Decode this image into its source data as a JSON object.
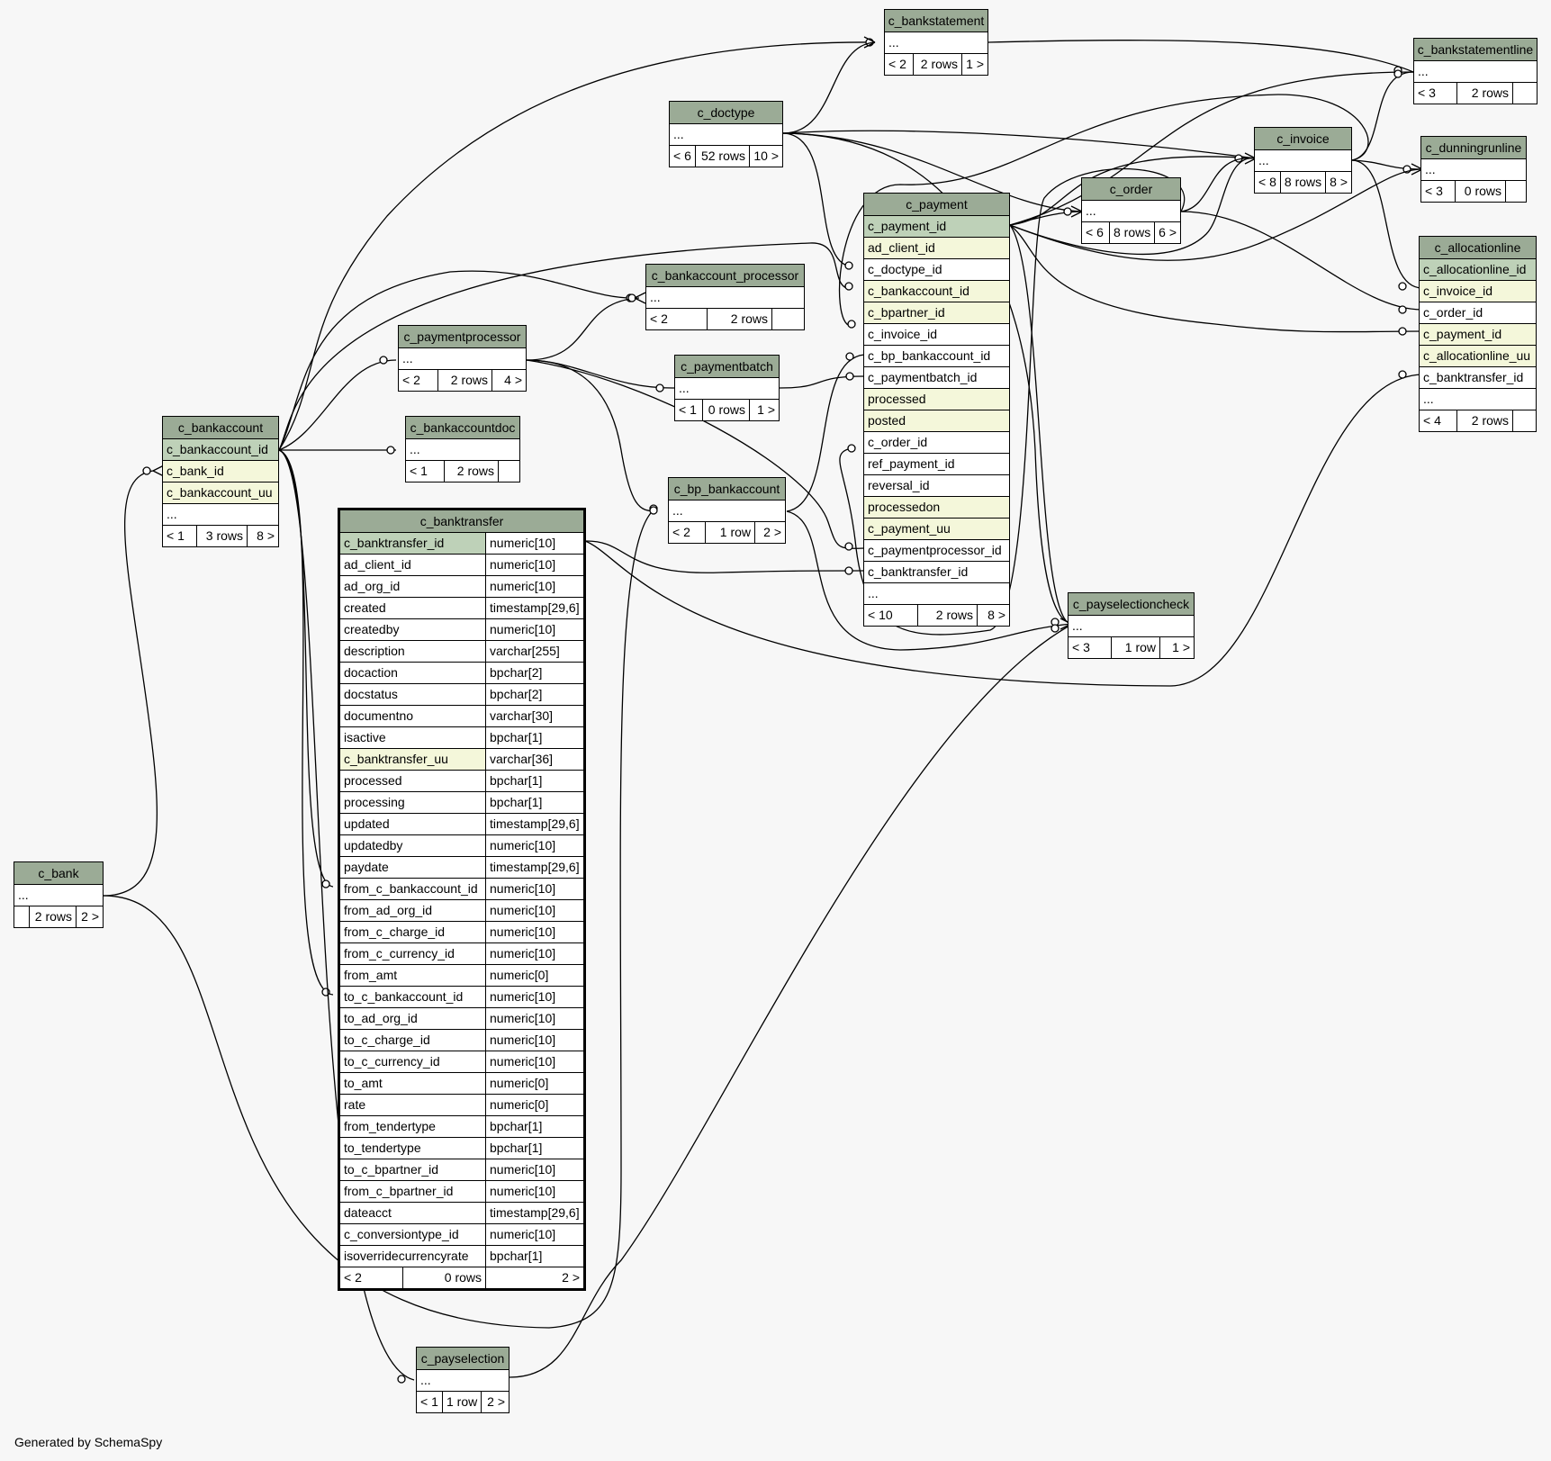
{
  "footer_text": "Generated by SchemaSpy",
  "colors": {
    "header": "#9bab96",
    "primary_key": "#bed1b8",
    "indexed": "#f4f7da",
    "background": "#f7f7f7"
  },
  "tables": {
    "c_bankstatement": {
      "name": "c_bankstatement",
      "rows": [
        "..."
      ],
      "stats": [
        "< 2",
        "2 rows",
        "1 >"
      ]
    },
    "c_bankstatementline": {
      "name": "c_bankstatementline",
      "rows": [
        "..."
      ],
      "stats": [
        "< 3",
        "2 rows",
        ""
      ]
    },
    "c_doctype": {
      "name": "c_doctype",
      "rows": [
        "..."
      ],
      "stats": [
        "< 6",
        "52 rows",
        "10 >"
      ]
    },
    "c_invoice": {
      "name": "c_invoice",
      "rows": [
        "..."
      ],
      "stats": [
        "< 8",
        "8 rows",
        "8 >"
      ]
    },
    "c_dunningrunline": {
      "name": "c_dunningrunline",
      "rows": [
        "..."
      ],
      "stats": [
        "< 3",
        "0 rows",
        ""
      ]
    },
    "c_order": {
      "name": "c_order",
      "rows": [
        "..."
      ],
      "stats": [
        "< 6",
        "8 rows",
        "6 >"
      ]
    },
    "c_payment": {
      "name": "c_payment",
      "rows": [
        "c_payment_id",
        "ad_client_id",
        "c_doctype_id",
        "c_bankaccount_id",
        "c_bpartner_id",
        "c_invoice_id",
        "c_bp_bankaccount_id",
        "c_paymentbatch_id",
        "processed",
        "posted",
        "c_order_id",
        "ref_payment_id",
        "reversal_id",
        "processedon",
        "c_payment_uu",
        "c_paymentprocessor_id",
        "c_banktransfer_id",
        "..."
      ],
      "stats": [
        "< 10",
        "2 rows",
        "8 >"
      ]
    },
    "c_allocationline": {
      "name": "c_allocationline",
      "rows": [
        "c_allocationline_id",
        "c_invoice_id",
        "c_order_id",
        "c_payment_id",
        "c_allocationline_uu",
        "c_banktransfer_id",
        "..."
      ],
      "stats": [
        "< 4",
        "2 rows",
        ""
      ]
    },
    "c_bankaccount_processor": {
      "name": "c_bankaccount_processor",
      "rows": [
        "..."
      ],
      "stats": [
        "< 2",
        "2 rows",
        ""
      ]
    },
    "c_paymentprocessor": {
      "name": "c_paymentprocessor",
      "rows": [
        "..."
      ],
      "stats": [
        "< 2",
        "2 rows",
        "4 >"
      ]
    },
    "c_paymentbatch": {
      "name": "c_paymentbatch",
      "rows": [
        "..."
      ],
      "stats": [
        "< 1",
        "0 rows",
        "1 >"
      ]
    },
    "c_bankaccount": {
      "name": "c_bankaccount",
      "rows": [
        "c_bankaccount_id",
        "c_bank_id",
        "c_bankaccount_uu",
        "..."
      ],
      "stats": [
        "< 1",
        "3 rows",
        "8 >"
      ]
    },
    "c_bankaccountdoc": {
      "name": "c_bankaccountdoc",
      "rows": [
        "..."
      ],
      "stats": [
        "< 1",
        "2 rows",
        ""
      ]
    },
    "c_bp_bankaccount": {
      "name": "c_bp_bankaccount",
      "rows": [
        "..."
      ],
      "stats": [
        "< 2",
        "1 row",
        "2 >"
      ]
    },
    "c_payselectioncheck": {
      "name": "c_payselectioncheck",
      "rows": [
        "..."
      ],
      "stats": [
        "< 3",
        "1 row",
        "1 >"
      ]
    },
    "c_bank": {
      "name": "c_bank",
      "rows": [
        "..."
      ],
      "stats": [
        "",
        "2 rows",
        "2 >"
      ]
    },
    "c_payselection": {
      "name": "c_payselection",
      "rows": [
        "..."
      ],
      "stats": [
        "< 1",
        "1 row",
        "2 >"
      ]
    },
    "c_banktransfer": {
      "name": "c_banktransfer",
      "columns": [
        [
          "c_banktransfer_id",
          "numeric[10]"
        ],
        [
          "ad_client_id",
          "numeric[10]"
        ],
        [
          "ad_org_id",
          "numeric[10]"
        ],
        [
          "created",
          "timestamp[29,6]"
        ],
        [
          "createdby",
          "numeric[10]"
        ],
        [
          "description",
          "varchar[255]"
        ],
        [
          "docaction",
          "bpchar[2]"
        ],
        [
          "docstatus",
          "bpchar[2]"
        ],
        [
          "documentno",
          "varchar[30]"
        ],
        [
          "isactive",
          "bpchar[1]"
        ],
        [
          "c_banktransfer_uu",
          "varchar[36]"
        ],
        [
          "processed",
          "bpchar[1]"
        ],
        [
          "processing",
          "bpchar[1]"
        ],
        [
          "updated",
          "timestamp[29,6]"
        ],
        [
          "updatedby",
          "numeric[10]"
        ],
        [
          "paydate",
          "timestamp[29,6]"
        ],
        [
          "from_c_bankaccount_id",
          "numeric[10]"
        ],
        [
          "from_ad_org_id",
          "numeric[10]"
        ],
        [
          "from_c_charge_id",
          "numeric[10]"
        ],
        [
          "from_c_currency_id",
          "numeric[10]"
        ],
        [
          "from_amt",
          "numeric[0]"
        ],
        [
          "to_c_bankaccount_id",
          "numeric[10]"
        ],
        [
          "to_ad_org_id",
          "numeric[10]"
        ],
        [
          "to_c_charge_id",
          "numeric[10]"
        ],
        [
          "to_c_currency_id",
          "numeric[10]"
        ],
        [
          "to_amt",
          "numeric[0]"
        ],
        [
          "rate",
          "numeric[0]"
        ],
        [
          "from_tendertype",
          "bpchar[1]"
        ],
        [
          "to_tendertype",
          "bpchar[1]"
        ],
        [
          "to_c_bpartner_id",
          "numeric[10]"
        ],
        [
          "from_c_bpartner_id",
          "numeric[10]"
        ],
        [
          "dateacct",
          "timestamp[29,6]"
        ],
        [
          "c_conversiontype_id",
          "numeric[10]"
        ],
        [
          "isoverridecurrencyrate",
          "bpchar[1]"
        ]
      ],
      "stats": [
        "< 2",
        "0 rows",
        "2 >"
      ]
    }
  }
}
